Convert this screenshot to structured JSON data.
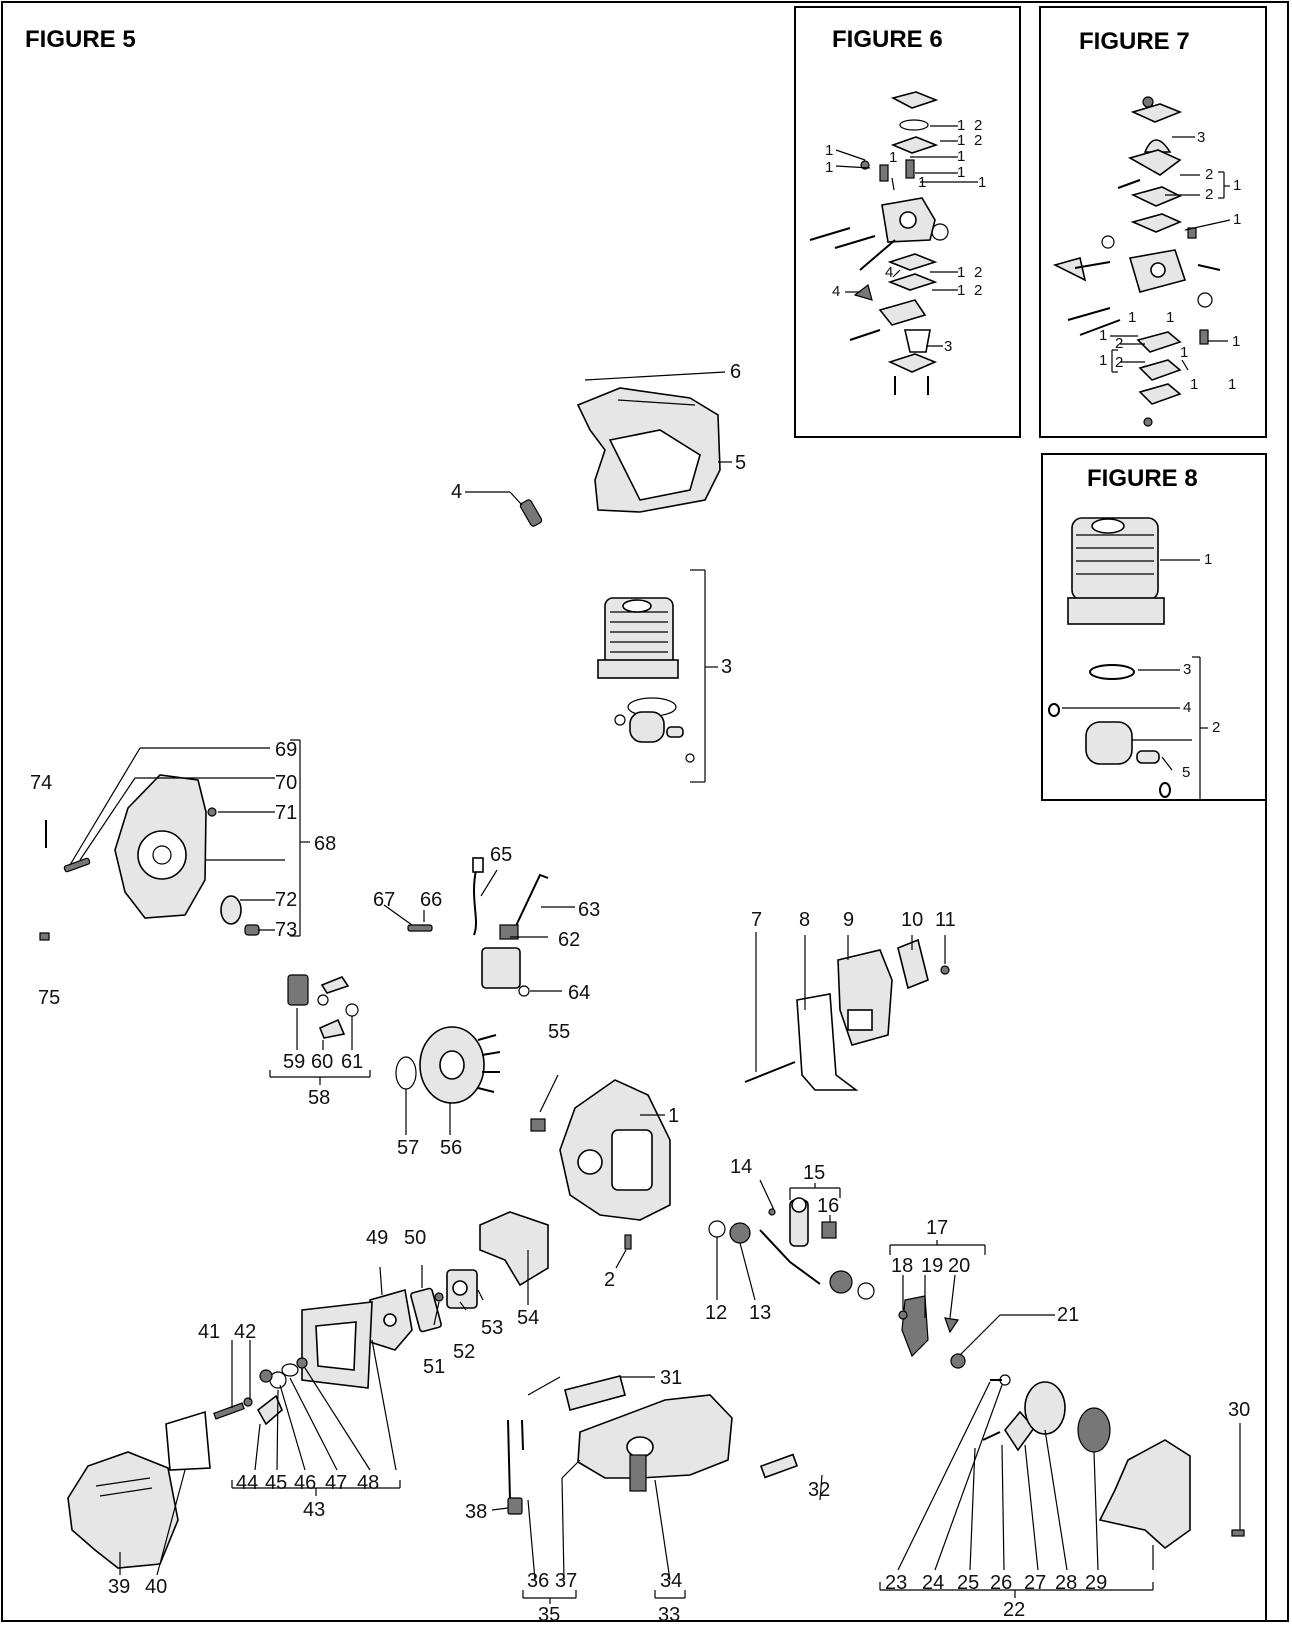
{
  "figures": {
    "f5": {
      "title": "FIGURE 5"
    },
    "f6": {
      "title": "FIGURE 6"
    },
    "f7": {
      "title": "FIGURE 7"
    },
    "f8": {
      "title": "FIGURE 8"
    }
  },
  "f5_labels": {
    "p1": "1",
    "p2": "2",
    "p3": "3",
    "p4": "4",
    "p5": "5",
    "p6": "6",
    "p7": "7",
    "p8": "8",
    "p9": "9",
    "p10": "10",
    "p11": "11",
    "p12": "12",
    "p13": "13",
    "p14": "14",
    "p15": "15",
    "p16": "16",
    "p17": "17",
    "p18": "18",
    "p19": "19",
    "p20": "20",
    "p21": "21",
    "p22": "22",
    "p23": "23",
    "p24": "24",
    "p25": "25",
    "p26": "26",
    "p27": "27",
    "p28": "28",
    "p29": "29",
    "p30": "30",
    "p31": "31",
    "p32": "32",
    "p33": "33",
    "p34": "34",
    "p35": "35",
    "p36": "36",
    "p37": "37",
    "p38": "38",
    "p39": "39",
    "p40": "40",
    "p41": "41",
    "p42": "42",
    "p43": "43",
    "p44": "44",
    "p45": "45",
    "p46": "46",
    "p47": "47",
    "p48": "48",
    "p49": "49",
    "p50": "50",
    "p51": "51",
    "p52": "52",
    "p53": "53",
    "p54": "54",
    "p55": "55",
    "p56": "56",
    "p57": "57",
    "p58": "58",
    "p59": "59",
    "p60": "60",
    "p61": "61",
    "p62": "62",
    "p63": "63",
    "p64": "64",
    "p65": "65",
    "p66": "66",
    "p67": "67",
    "p68": "68",
    "p69": "69",
    "p70": "70",
    "p71": "71",
    "p72": "72",
    "p73": "73",
    "p74": "74",
    "p75": "75"
  },
  "f6_labels": {
    "one": "1",
    "two": "2",
    "three": "3",
    "four": "4"
  },
  "f7_labels": {
    "one": "1",
    "two": "2",
    "three": "3"
  },
  "f8_labels": {
    "one": "1",
    "two": "2",
    "three": "3",
    "four": "4",
    "five": "5"
  }
}
